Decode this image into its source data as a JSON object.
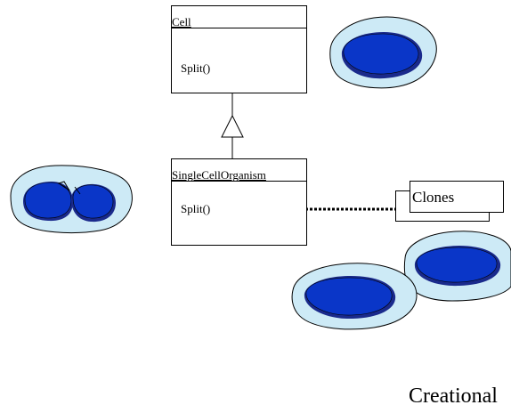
{
  "diagram": {
    "cell_class": {
      "name": "Cell",
      "operation": "Split()"
    },
    "organism_class": {
      "name": "SingleCellOrganism",
      "operation": "Split()"
    },
    "clones_label": "Clones",
    "footer_text": "Creational"
  },
  "colors": {
    "cell_outer": "#cdeaf6",
    "cell_inner": "#0a36c8",
    "cell_shadow": "#1a2a8c",
    "line": "#000000"
  }
}
